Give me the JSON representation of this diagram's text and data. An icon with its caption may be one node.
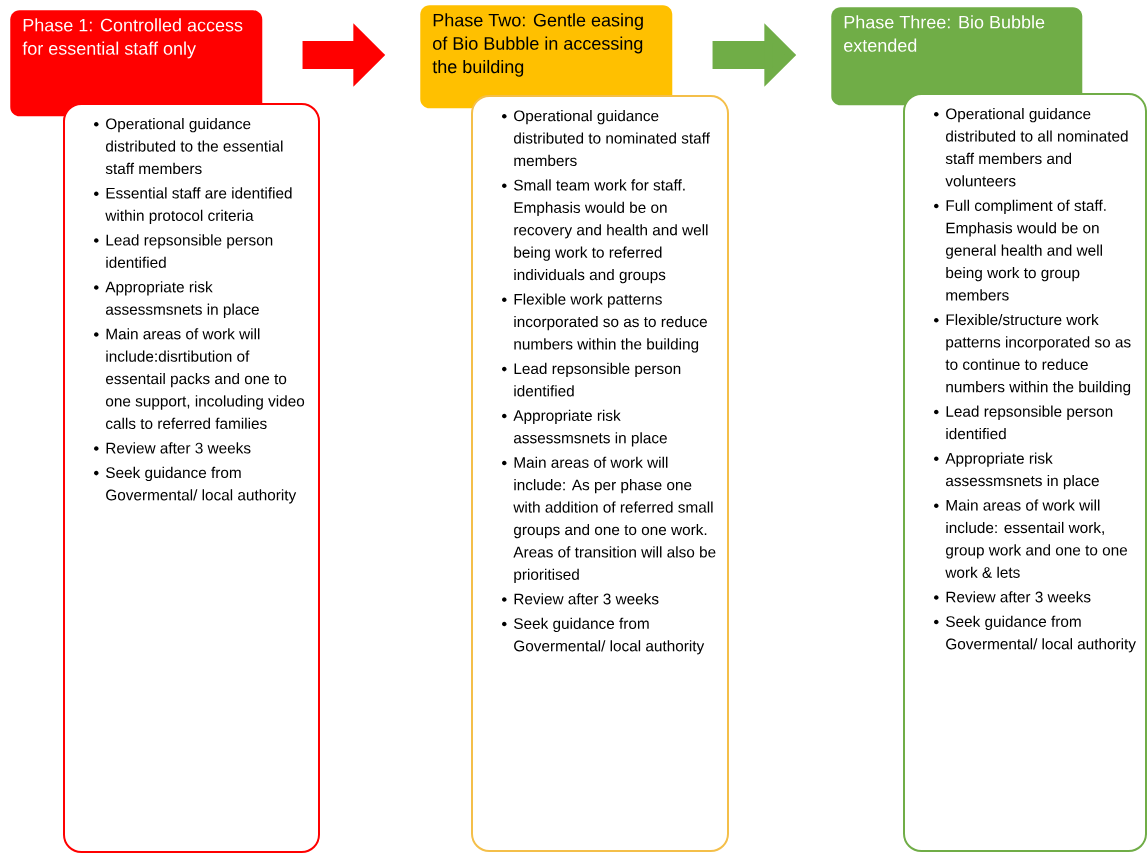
{
  "diagram": {
    "nodes": [
      {
        "text": [
          "Phase 1: Controlled access for essential staff only"
        ]
      },
      {
        "text": [
          "Operational guidance distributed to the essential staff members",
          "Essential staff are identified within protocol criteria",
          "Lead repsonsible person identified",
          "Appropriate risk assessmsnets in place",
          "Main areas of work will include:disrtibution of essentail packs and one to one support, incoluding video calls to referred families",
          "Review after 3 weeks",
          "Seek guidance from Govermental/ local authority"
        ]
      },
      {
        "text": [
          "Phase Two: Gentle easing of Bio Bubble in accessing the building"
        ]
      },
      {
        "text": [
          "Operational guidance distributed to nominated staff members",
          "Small team work for staff. Emphasis would be on  recovery and health and well being work to  referred individuals and groups",
          "Flexible work patterns incorporated so as to reduce numbers within the building",
          "Lead repsonsible person identified",
          "Appropriate risk assessmsnets in place",
          "Main areas of work will include: As per phase one with addition of referred small groups and one to one work. Areas of transition will also be prioritised",
          "Review after 3 weeks",
          "Seek guidance from Govermental/ local authority"
        ]
      },
      {
        "text": [
          "Phase Three: Bio Bubble extended"
        ]
      },
      {
        "text": [
          "Operational guidance distributed to all nominated staff members and volunteers",
          "Full compliment of staff. Emphasis would be on general  health and well being work to group members",
          "Flexible/structure work patterns incorporated so as to continue to reduce numbers within the building",
          "Lead repsonsible person identified",
          "Appropriate risk assessmsnets in place",
          "Main areas of work will include: essentail work, group work and one to one work & lets",
          "Review after 3 weeks",
          "Seek guidance from Govermental/ local authority"
        ]
      }
    ],
    "edges": [
      {
        "from": 0,
        "to": 2,
        "arrow": "to",
        "color": "#ff0000"
      },
      {
        "from": 2,
        "to": 4,
        "arrow": "to",
        "color": "#70ad47"
      }
    ]
  }
}
